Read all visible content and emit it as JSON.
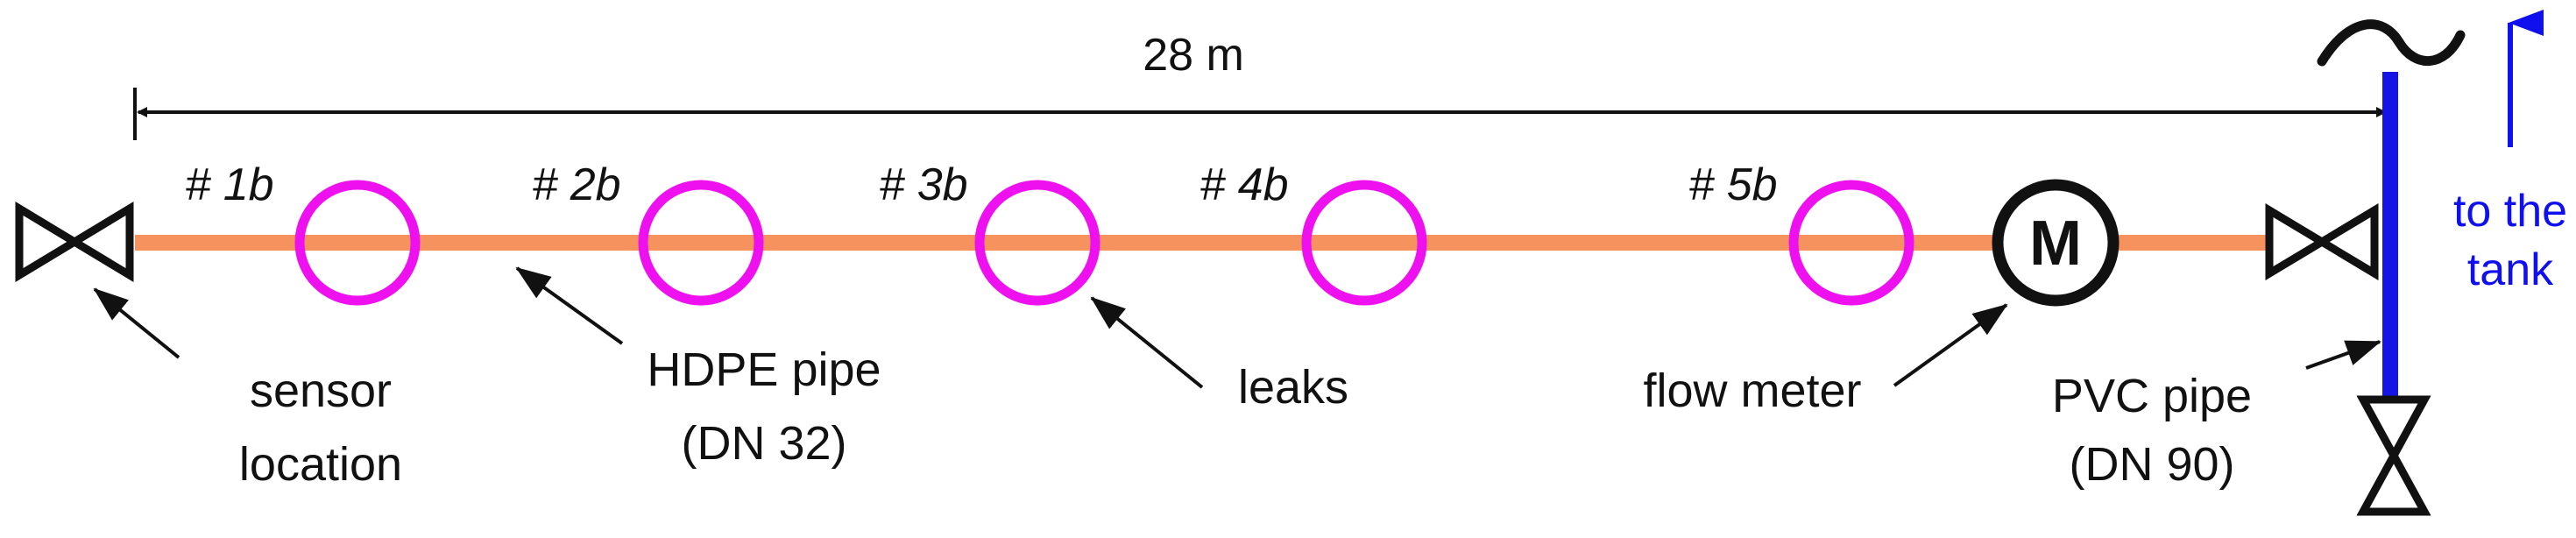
{
  "dimension": {
    "label": "28 m"
  },
  "leaks": [
    {
      "label": "# 1b"
    },
    {
      "label": "# 2b"
    },
    {
      "label": "# 3b"
    },
    {
      "label": "# 4b"
    },
    {
      "label": "# 5b"
    }
  ],
  "meter_symbol": "M",
  "callouts": {
    "sensor_line1": "sensor",
    "sensor_line2": "location",
    "hdpe_line1": "HDPE pipe",
    "hdpe_line2": "(DN 32)",
    "leaks": "leaks",
    "flow_meter": "flow meter",
    "pvc_line1": "PVC pipe",
    "pvc_line2": "(DN 90)",
    "tank_line1": "to the",
    "tank_line2": "tank"
  },
  "colors": {
    "hdpe_pipe": "#f5925e",
    "pvc_pipe": "#1414e6",
    "leak_ring": "#ee10ee",
    "tank_text": "#1010ee",
    "ink": "#111111"
  },
  "icons": {
    "valve": "valve-icon",
    "meter": "flow-meter-icon",
    "water_surface": "water-surface-icon",
    "flow_direction": "arrow-up-icon"
  }
}
